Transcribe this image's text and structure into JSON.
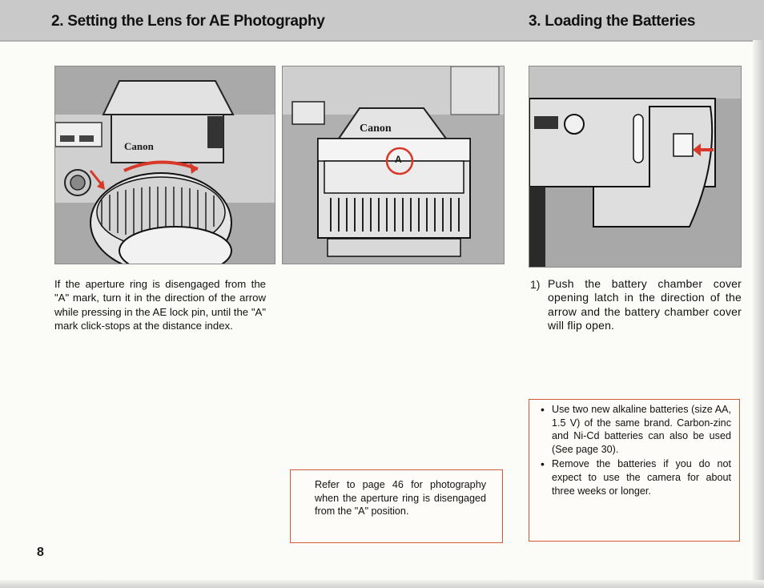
{
  "header": {
    "left_title": "2. Setting the Lens for AE Photography",
    "right_title": "3. Loading the Batteries"
  },
  "photos": {
    "photo1_brand": "Canon",
    "photo2_brand": "Canon",
    "photo2_mark": "A"
  },
  "left_paragraph": "If the aperture ring is disengaged from the \"A\" mark, turn it in the direction of the arrow while pressing in the AE lock pin, until the \"A\" mark click-stops at the distance index.",
  "middle_note": "Refer to page 46 for photography when the aperture ring is disengaged from the \"A\" position.",
  "step1": {
    "number": "1)",
    "text": "Push the battery chamber cover opening latch in the direction of the arrow and the battery chamber cover will flip open."
  },
  "battery_notes": [
    "Use two new alkaline batteries (size AA, 1.5 V) of the same brand. Carbon-zinc and Ni-Cd batteries can also be used (See page 30).",
    "Remove the batteries if you do not expect to use the camera for about three weeks or longer."
  ],
  "page_number": "8",
  "colors": {
    "header_bg": "#c9c9c9",
    "note_border": "#d4563c",
    "arrow": "#d8382a"
  }
}
